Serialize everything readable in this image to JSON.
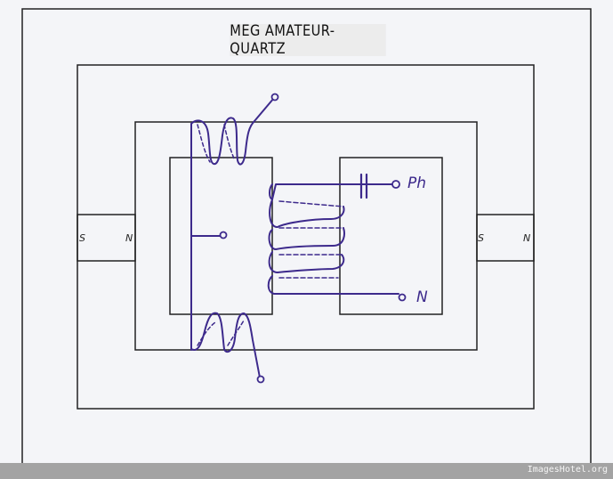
{
  "title": "MEG AMATEUR-QUARTZ",
  "poles": {
    "left_s": "S",
    "left_n": "N",
    "right_s": "S",
    "right_n": "N"
  },
  "terminals": {
    "ph": "Ph",
    "n": "N"
  },
  "footer": {
    "watermark": "ImagesHotel.org"
  },
  "colors": {
    "frame": "#222222",
    "wire": "#3d2a8c",
    "background": "#f4f5f8",
    "title_box": "#ececec",
    "footer_bar": "#a3a3a3"
  }
}
